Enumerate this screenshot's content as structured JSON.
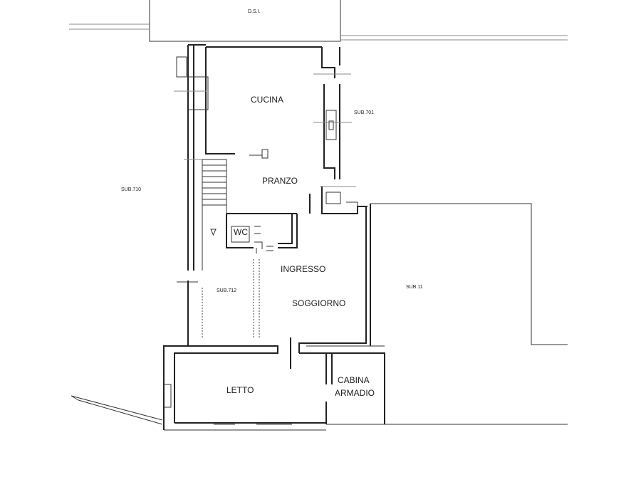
{
  "labels": {
    "dsi": "D.S.I.",
    "cucina": "CUCINA",
    "sub701": "SUB.701",
    "sub710": "SUB.710",
    "pranzo": "PRANZO",
    "wc": "WC",
    "ingresso": "INGRESSO",
    "sub712": "SUB.712",
    "sub11": "SUB.11",
    "soggiorno": "SOGGIORNO",
    "letto": "LETTO",
    "cabina": "CABINA",
    "armadio": "ARMADIO"
  }
}
